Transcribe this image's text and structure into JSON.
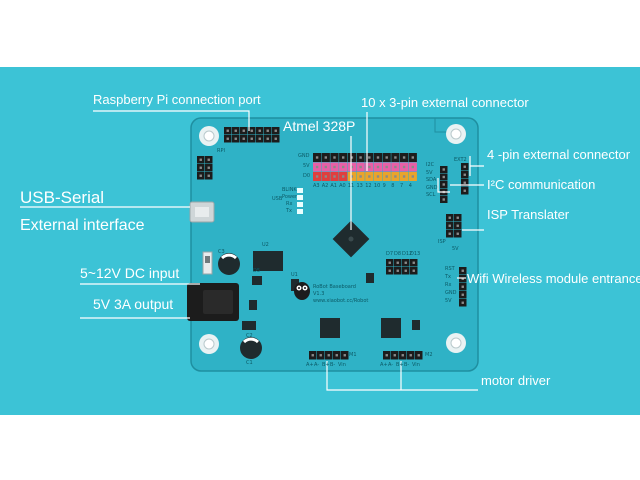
{
  "colors": {
    "background": "#3cc3d6",
    "board": "#2fb2c6",
    "board_outline": "#1f8fa0",
    "label": "#ffffff",
    "header_black": "#1c1c1c",
    "header_pink": "#e85fa6",
    "header_red": "#e03e3e",
    "header_orange": "#e9a42b",
    "chip": "#1f2b2e"
  },
  "labels": {
    "rpi_port": "Raspberry Pi connection port",
    "ext_connector": "10 x 3-pin external connector",
    "atmel": "Atmel 328P",
    "four_pin": "4 -pin external connector",
    "i2c": "I²C  communication",
    "isp": "ISP  Translater",
    "usb_serial": "USB-Serial",
    "usb_external": "External interface",
    "dc_input": "5~12V DC input",
    "output": "5V 3A output",
    "wifi": "Wifi Wireless module entrance",
    "motor": "motor driver"
  },
  "board": {
    "title": "RoBot Baseboard",
    "version": "V1.3",
    "url": "www.xiaobot.cc/Robot",
    "pin_row_labels": [
      "A3",
      "A2",
      "A1",
      "A0",
      "11",
      "13",
      "12",
      "10",
      "9",
      "8",
      "7",
      "4"
    ],
    "row_names": [
      "GND",
      "5V",
      "D0"
    ],
    "blink_labels": [
      "BLINK",
      "Power",
      "Rx",
      "Tx"
    ],
    "d_labels": [
      "D7",
      "D8",
      "D12",
      "D13"
    ],
    "i2c_pins": [
      "I2C",
      "5V",
      "SDA",
      "GND",
      "SCL"
    ],
    "ext_pin_label": "EXT2",
    "isp_label": "ISP",
    "isp_5v": "5V",
    "wifi_pins": [
      "RST",
      "Tx",
      "Rx",
      "GND",
      "5V"
    ],
    "motor_pins": [
      "A+",
      "A-",
      "B+",
      "B-",
      "Vin"
    ],
    "motor_names": [
      "M1",
      "M2"
    ],
    "refs": {
      "u1": "U1",
      "u2": "U2",
      "c1": "C1",
      "c2": "C2",
      "c3": "C3",
      "d5": "D5",
      "usb": "USB",
      "rpi": "RPI"
    }
  }
}
